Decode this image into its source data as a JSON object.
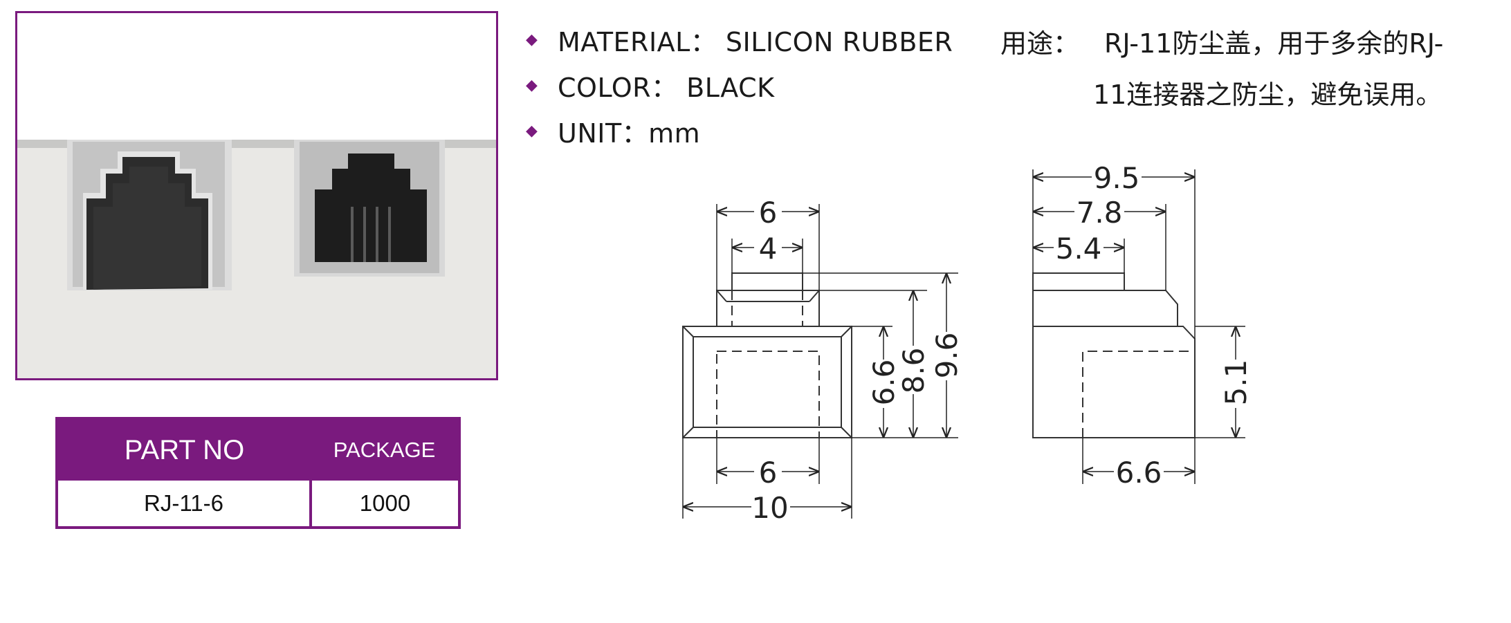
{
  "specs": {
    "material": "MATERIAL： SILICON RUBBER",
    "color": "COLOR： BLACK",
    "unit": "UNIT：mm"
  },
  "usage": {
    "label": "用途：",
    "line1": "RJ-11防尘盖，用于多余的RJ-",
    "line2": "11连接器之防尘，避免误用。"
  },
  "table": {
    "headers": [
      "PART NO",
      "PACKAGE"
    ],
    "row": [
      "RJ-11-6",
      "1000"
    ]
  },
  "dimensions": {
    "front_top_width": "6",
    "front_inner_top_width": "4",
    "front_base_inner_width": "6",
    "front_overall_width": "10",
    "front_body_height": "6.6",
    "front_mid_height": "8.6",
    "front_total_height": "9.6",
    "side_overall_depth": "9.5",
    "side_mid_depth": "7.8",
    "side_top_depth": "5.4",
    "side_body_height": "5.1",
    "side_base_width": "6.6"
  },
  "colors": {
    "accent": "#7a1a7e",
    "bullet": "#7a1a7e"
  }
}
